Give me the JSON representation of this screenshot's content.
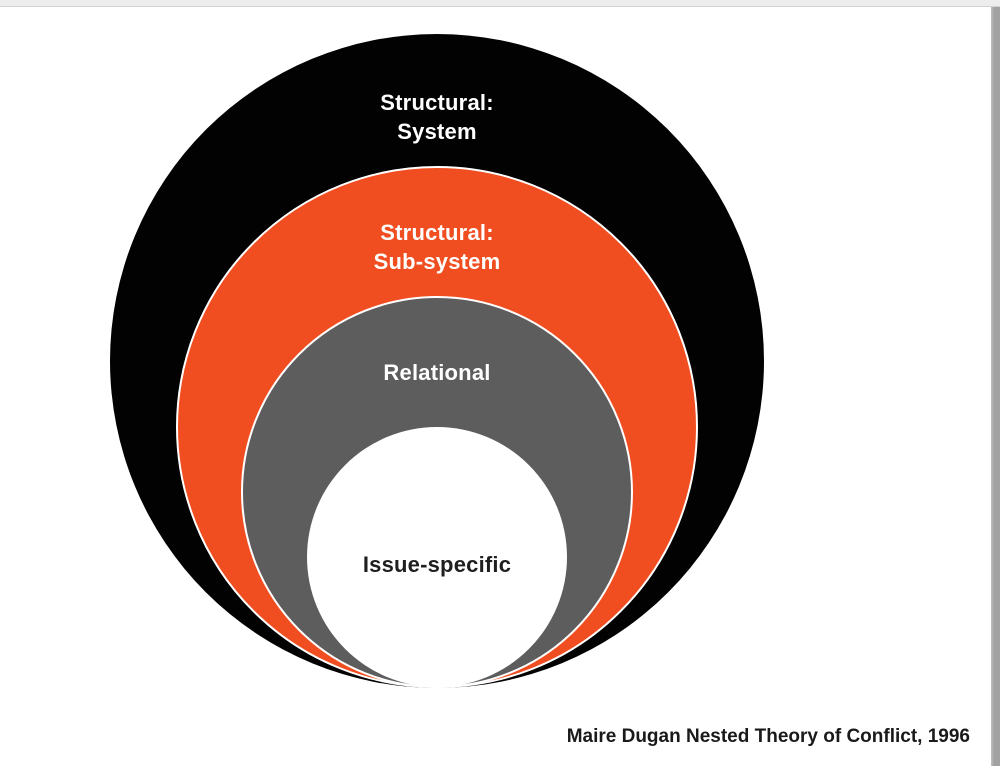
{
  "window": {
    "top_edge_color": "#ededed",
    "scrollbar_color": "#a2a2a2",
    "page_background": "#ffffff"
  },
  "diagram": {
    "rings": [
      {
        "id": "structural-system",
        "label_lines": [
          "Structural:",
          "System"
        ],
        "color": "#020202",
        "text_color": "#ffffff"
      },
      {
        "id": "structural-subsystem",
        "label_lines": [
          "Structural:",
          "Sub-system"
        ],
        "color": "#f04e20",
        "text_color": "#ffffff"
      },
      {
        "id": "relational",
        "label_lines": [
          "Relational"
        ],
        "color": "#5d5d5d",
        "text_color": "#ffffff"
      },
      {
        "id": "issue-specific",
        "label_lines": [
          "Issue-specific"
        ],
        "color": "#ffffff",
        "text_color": "#1f1f1f"
      }
    ],
    "caption": "Maire Dugan Nested Theory of Conflict, 1996"
  }
}
